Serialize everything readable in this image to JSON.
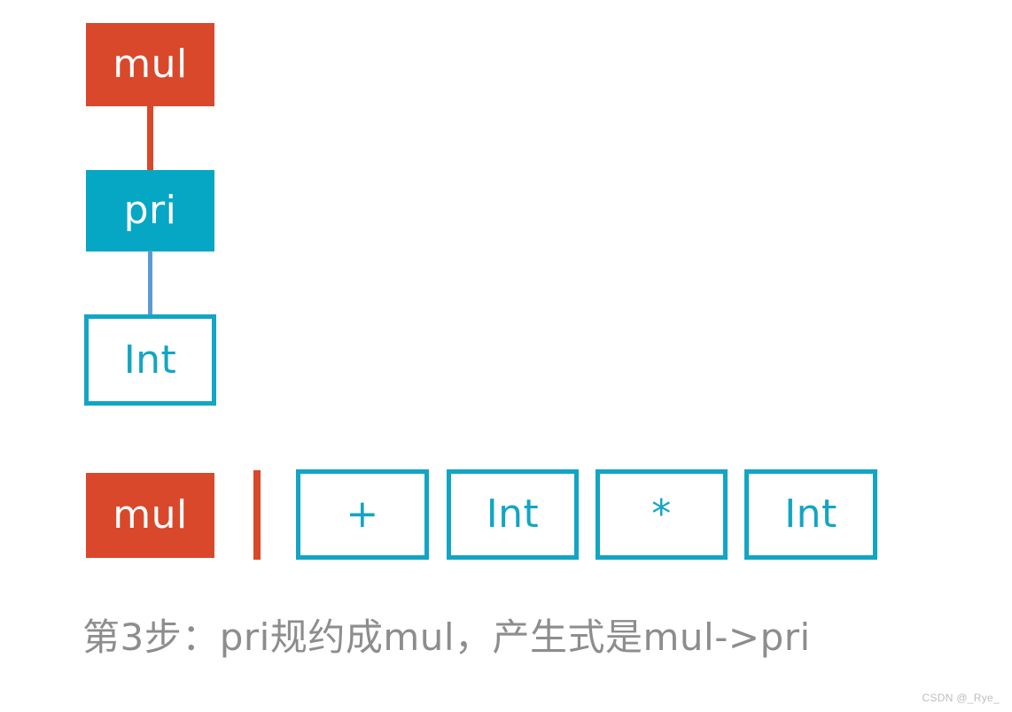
{
  "diagram": {
    "title": "",
    "background_color": "#ffffff",
    "colors": {
      "orange": "#d9482a",
      "cyan_fill": "#06a7c4",
      "cyan_stroke": "#12a5c4",
      "blue_connector": "#5b9bd5",
      "caption_gray": "#8d8d8d",
      "watermark_gray": "#bdbdbd"
    },
    "parse_tree": {
      "nodes": [
        {
          "id": "mul-root",
          "label": "mul",
          "style": "filled-orange"
        },
        {
          "id": "pri",
          "label": "pri",
          "style": "filled-cyan"
        },
        {
          "id": "int-tree",
          "label": "Int",
          "style": "outline-cyan"
        }
      ],
      "edges": [
        {
          "from": "mul-root",
          "to": "pri",
          "color": "#d9482a"
        },
        {
          "from": "pri",
          "to": "int-tree",
          "color": "#5b9bd5"
        }
      ]
    },
    "stack_row": {
      "stack_items": [
        {
          "id": "mul-stack",
          "label": "mul",
          "style": "filled-orange"
        }
      ],
      "separator": {
        "id": "stack-separator",
        "color": "#d9482a"
      },
      "input_items": [
        {
          "id": "plus",
          "label": "+",
          "style": "outline-cyan"
        },
        {
          "id": "int-a",
          "label": "Int",
          "style": "outline-cyan"
        },
        {
          "id": "star",
          "label": "*",
          "style": "outline-cyan"
        },
        {
          "id": "int-b",
          "label": "Int",
          "style": "outline-cyan"
        }
      ]
    },
    "caption": "第3步：pri规约成mul，产生式是mul->pri",
    "watermark": "CSDN @_Rye_"
  }
}
